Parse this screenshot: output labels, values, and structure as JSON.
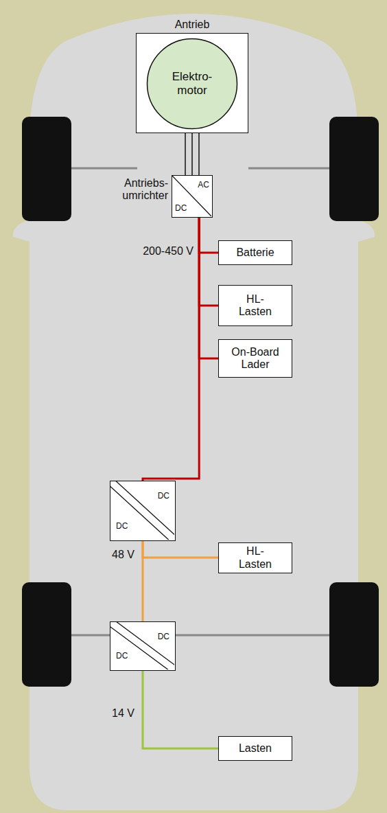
{
  "diagram": {
    "nodes": [
      {
        "text": [
          "Antrieb"
        ]
      },
      {
        "text": [
          "Elektro- motor"
        ],
        "in": 0
      },
      {
        "text": [
          "Antriebs- umrichter",
          "AC",
          "DC"
        ]
      },
      {
        "text": [
          "Batterie"
        ]
      },
      {
        "text": [
          "HL- Lasten"
        ]
      },
      {
        "text": [
          "On-Board Lader"
        ]
      },
      {
        "text": [
          "DC",
          "DC"
        ]
      },
      {
        "text": [
          "HL- Lasten"
        ]
      },
      {
        "text": [
          "DC",
          "DC"
        ]
      },
      {
        "text": [
          "Lasten"
        ]
      }
    ],
    "edges": [
      {
        "from": 1,
        "to": 2,
        "arrow": "none"
      },
      {
        "from": 2,
        "to": 3,
        "arrow": "none"
      },
      {
        "from": 2,
        "to": 4,
        "arrow": "none"
      },
      {
        "from": 2,
        "to": 5,
        "arrow": "none"
      },
      {
        "from": 2,
        "to": 6,
        "arrow": "none"
      },
      {
        "from": 6,
        "to": 7,
        "arrow": "none"
      },
      {
        "from": 6,
        "to": 8,
        "arrow": "none"
      },
      {
        "from": 8,
        "to": 9,
        "arrow": "none"
      }
    ],
    "labels": [
      "200-450 V",
      "48 V",
      "14 V"
    ]
  }
}
